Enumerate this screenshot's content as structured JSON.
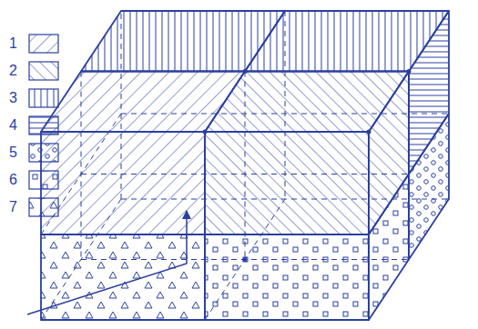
{
  "diagram": {
    "legend": [
      {
        "text": "1"
      },
      {
        "text": "2"
      },
      {
        "text": "3"
      },
      {
        "text": "4"
      },
      {
        "text": "5"
      },
      {
        "text": "6"
      },
      {
        "text": "7"
      }
    ]
  }
}
